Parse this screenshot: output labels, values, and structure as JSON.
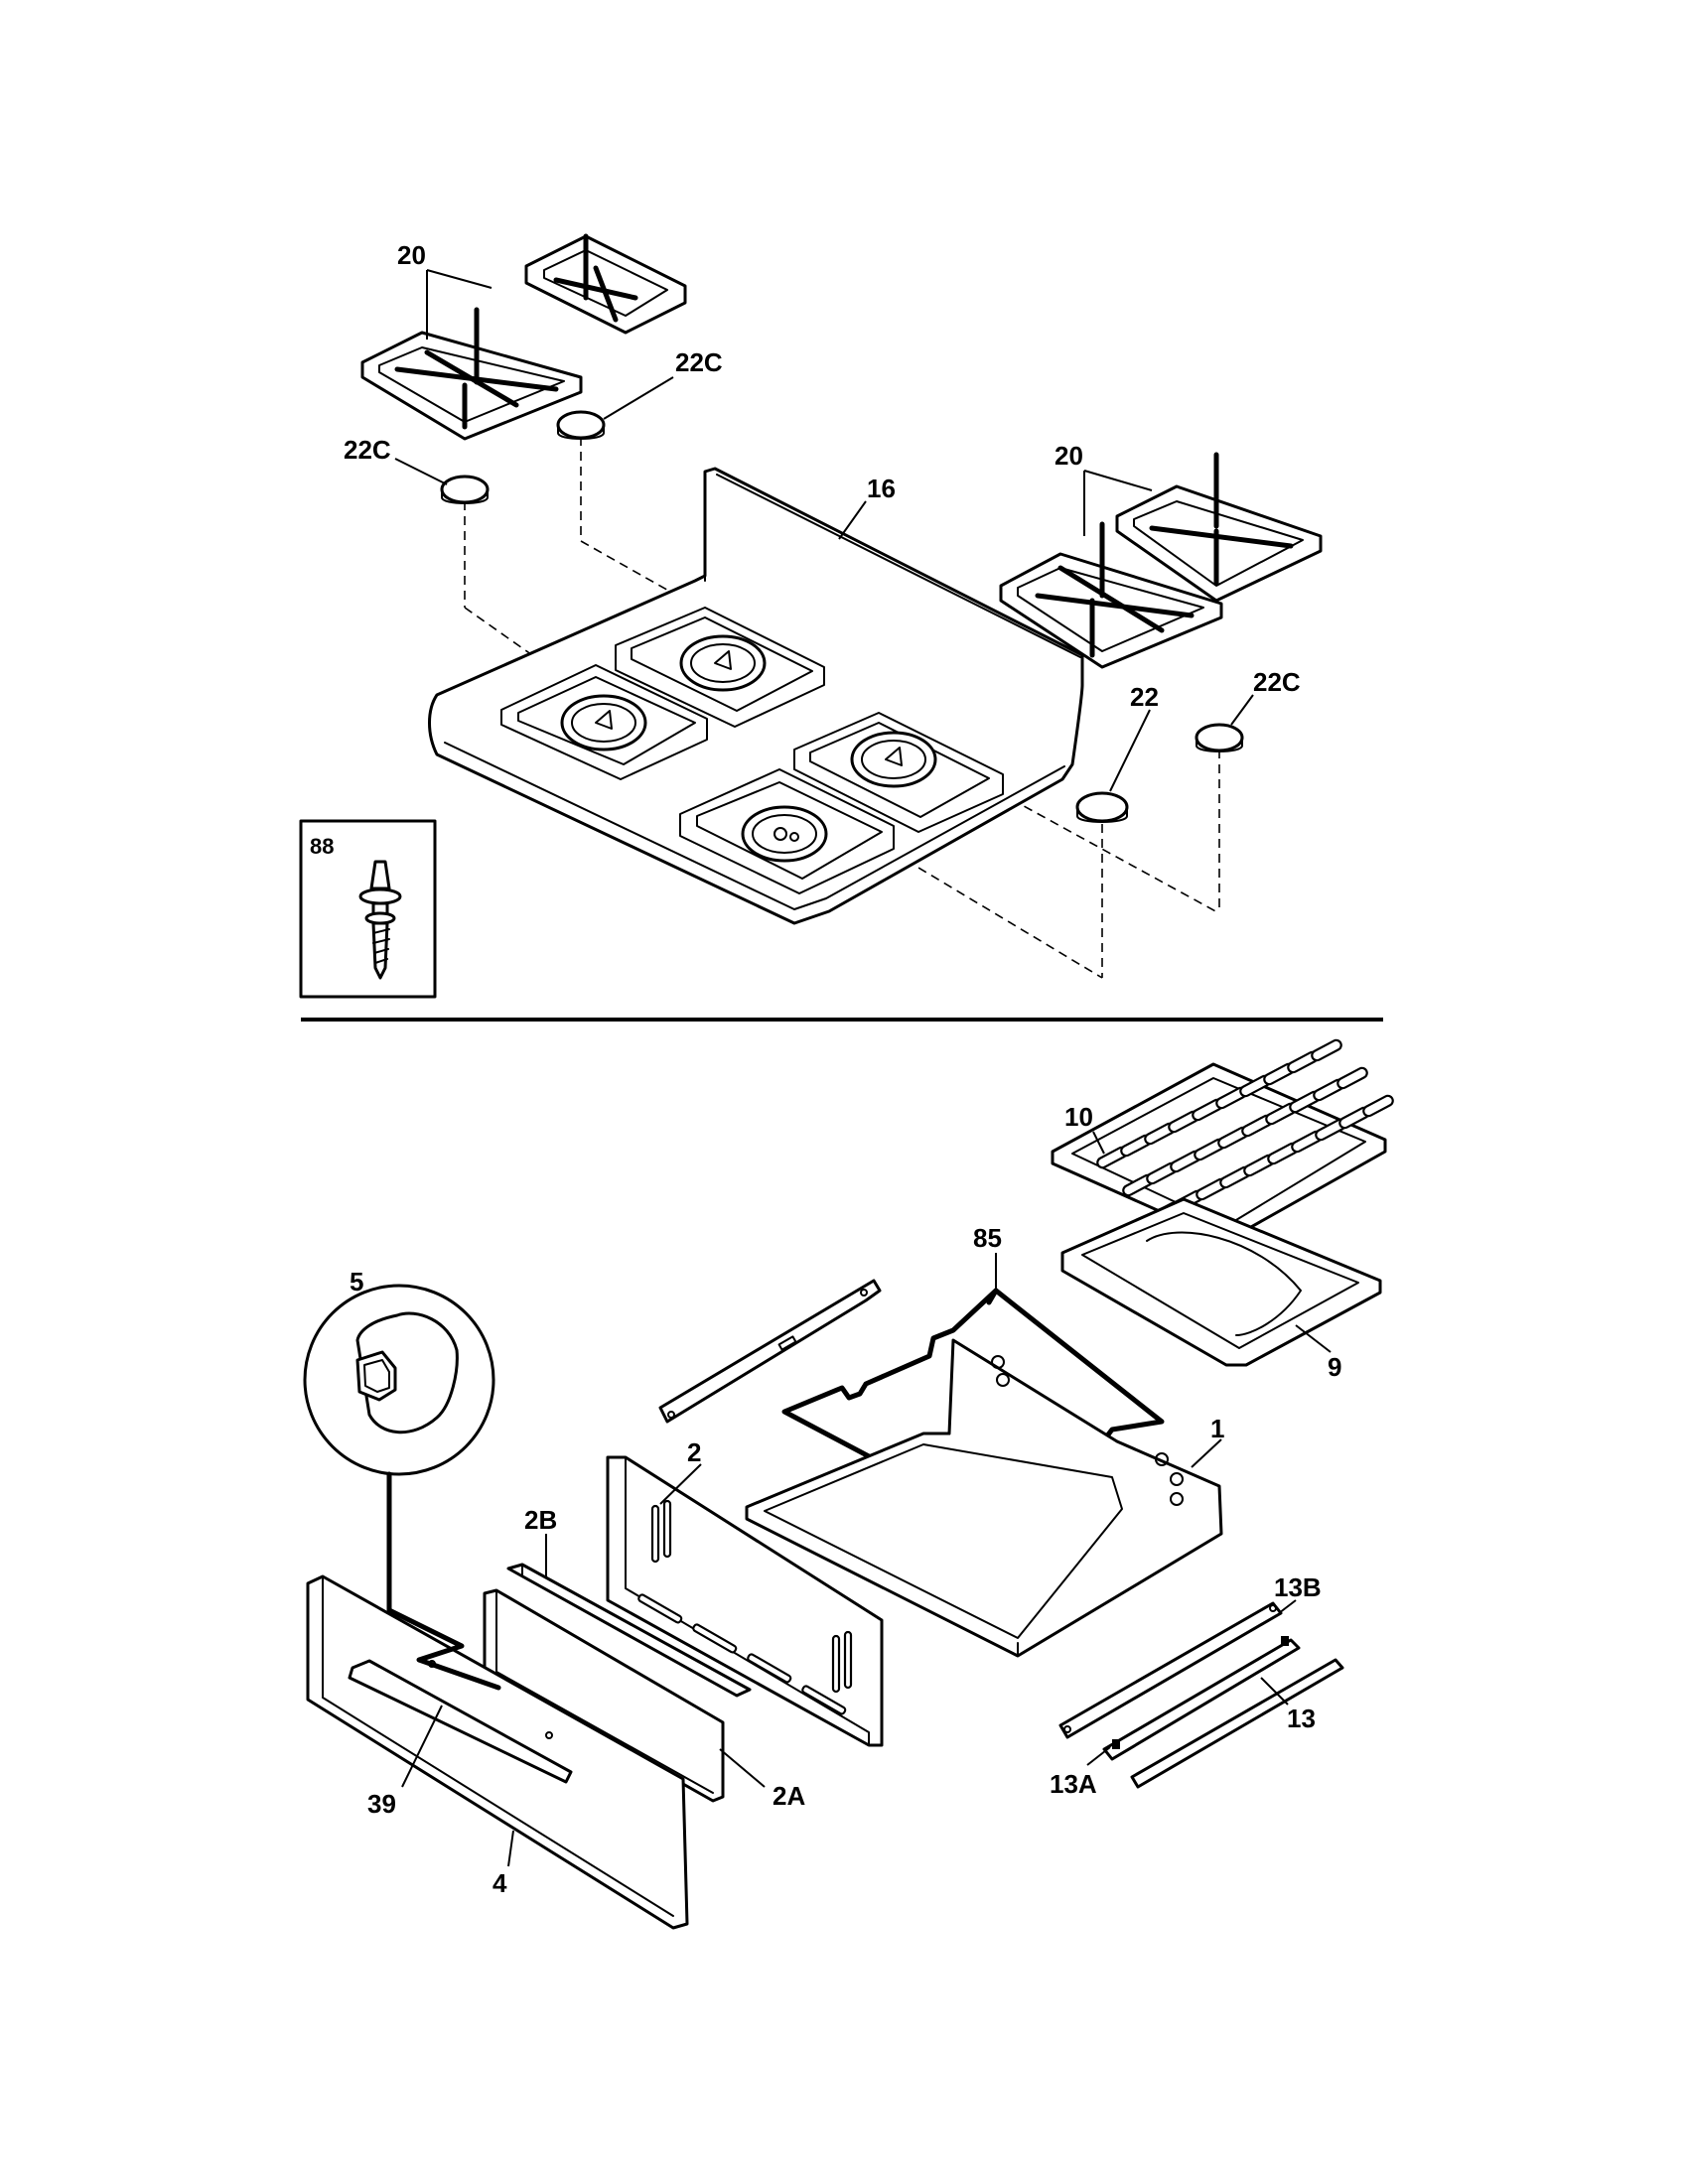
{
  "callouts": {
    "grate_left": "20",
    "cap_left_top": "22C",
    "cap_left_bottom": "22C",
    "cooktop": "16",
    "grate_right": "20",
    "burner_cap": "22",
    "cap_right": "22C",
    "screw": "88",
    "broiler_grid": "10",
    "rack_wire": "85",
    "knob": "5",
    "broiler_pan": "9",
    "drawer_frame": "1",
    "drawer_back": "2",
    "strip": "2B",
    "slide_b": "13B",
    "drawer_liner": "2A",
    "handle": "39",
    "slide_a": "13A",
    "slide": "13",
    "drawer_front": "4"
  }
}
